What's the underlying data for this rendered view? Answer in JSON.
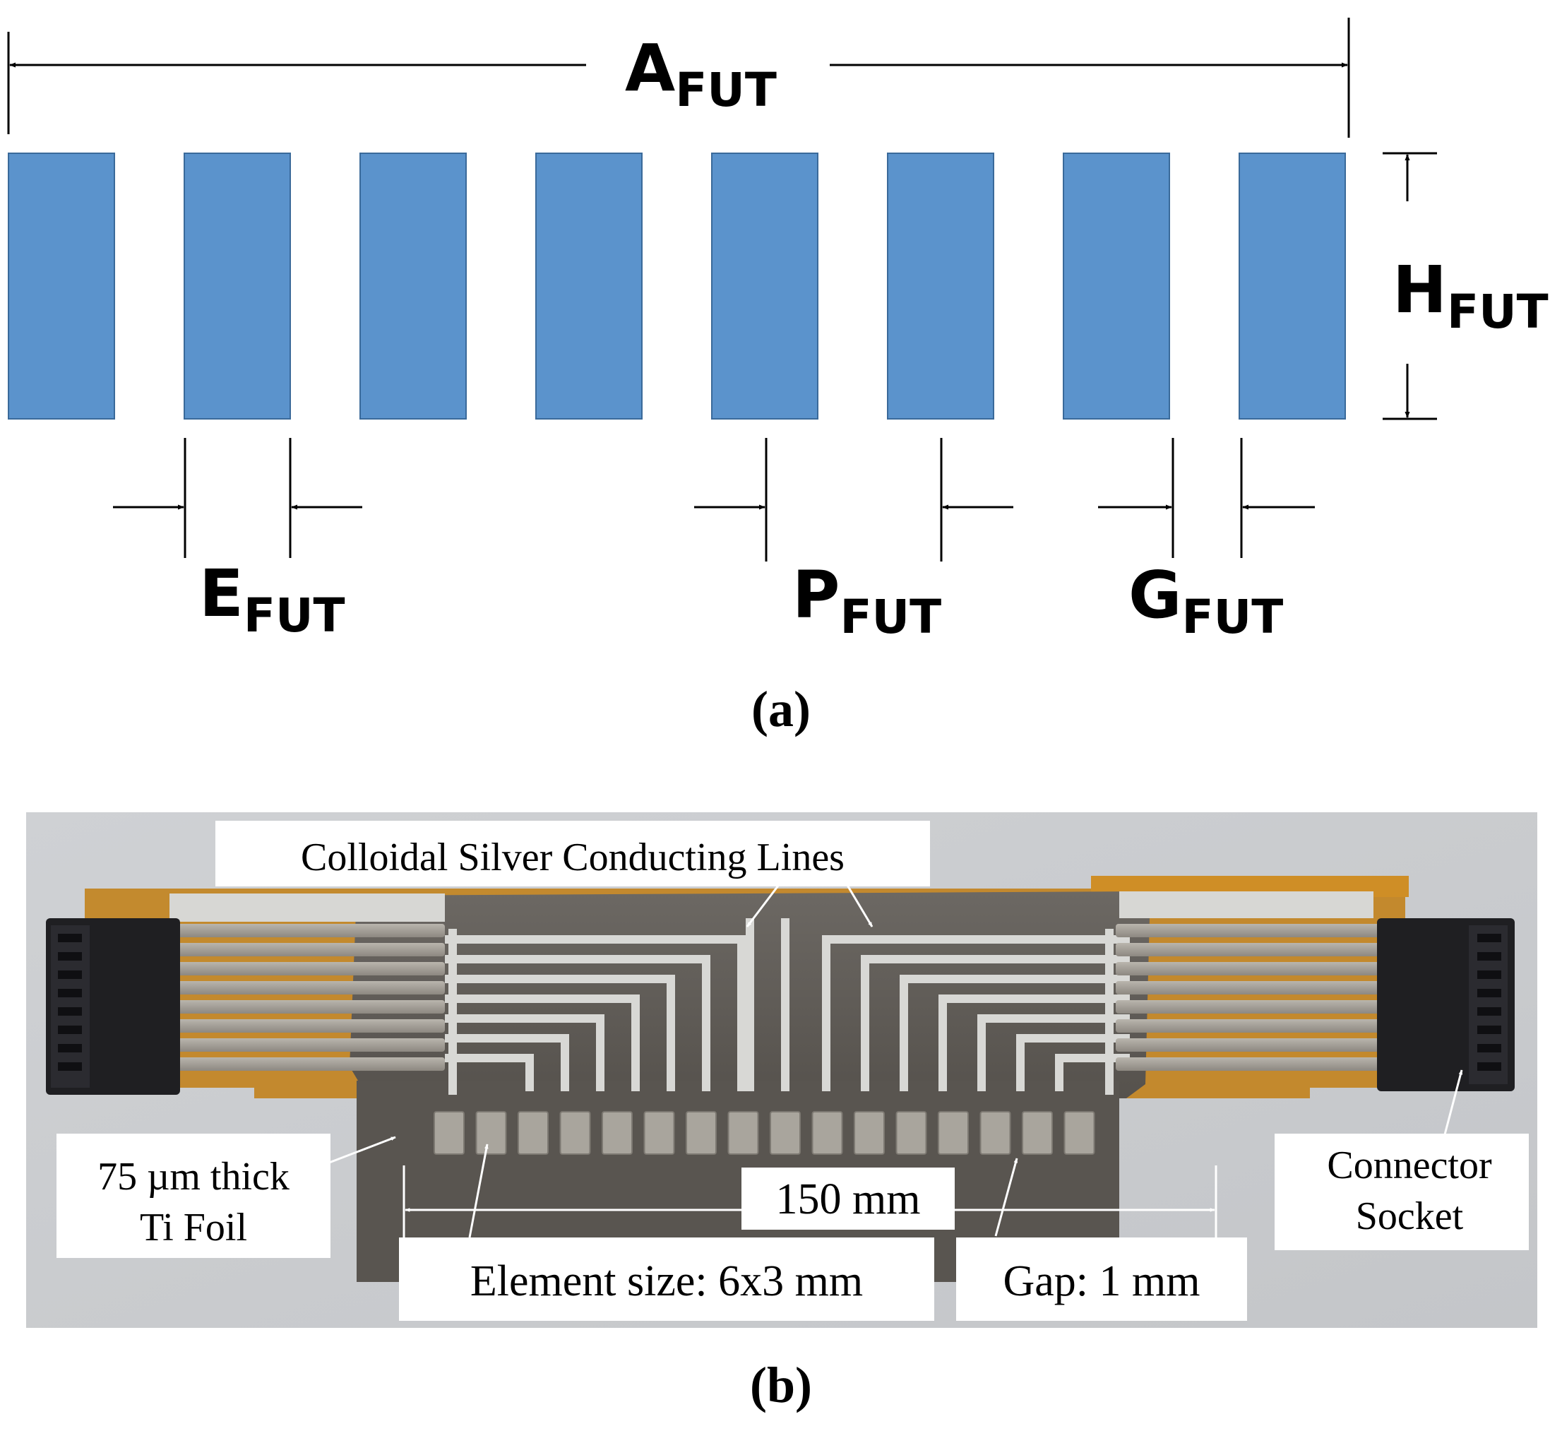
{
  "panel_a": {
    "label": "(a)",
    "element_count": 8,
    "element_color": "#5b93cc",
    "dimensions": {
      "array_length": {
        "main": "A",
        "sub": "FUT"
      },
      "element_height": {
        "main": "H",
        "sub": "FUT"
      },
      "element_width": {
        "main": "E",
        "sub": "FUT"
      },
      "pitch": {
        "main": "P",
        "sub": "FUT"
      },
      "gap": {
        "main": "G",
        "sub": "FUT"
      }
    }
  },
  "panel_b": {
    "label": "(b)",
    "annotations": {
      "conducting_lines": "Colloidal Silver Conducting Lines",
      "foil_line1": "75 µm thick",
      "foil_line2": "Ti Foil",
      "length": "150 mm",
      "element_size": "Element size: 6x3 mm",
      "gap": "Gap: 1 mm",
      "connector_line1": "Connector",
      "connector_line2": "Socket"
    },
    "element_count": 16,
    "conducting_line_count": 7
  }
}
